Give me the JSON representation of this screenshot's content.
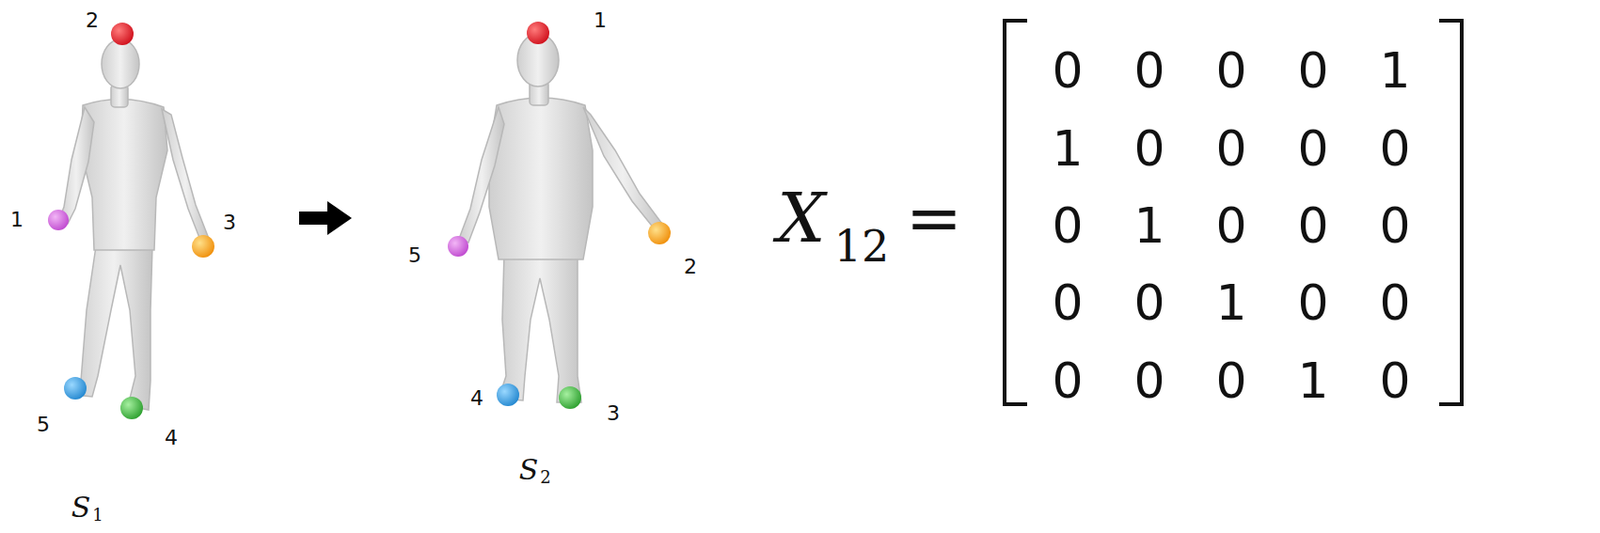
{
  "diagram": {
    "labels": [
      "2",
      "1",
      "3",
      "5",
      "4",
      "S",
      "1",
      "1",
      "5",
      "2",
      "4",
      "3",
      "S",
      "2",
      "X",
      "12",
      "=",
      "0",
      "0",
      "0",
      "0",
      "1",
      "1",
      "0",
      "0",
      "0",
      "0",
      "0",
      "1",
      "0",
      "0",
      "0",
      "0",
      "0",
      "1",
      "0",
      "0",
      "0",
      "0",
      "0",
      "1",
      "0"
    ]
  }
}
